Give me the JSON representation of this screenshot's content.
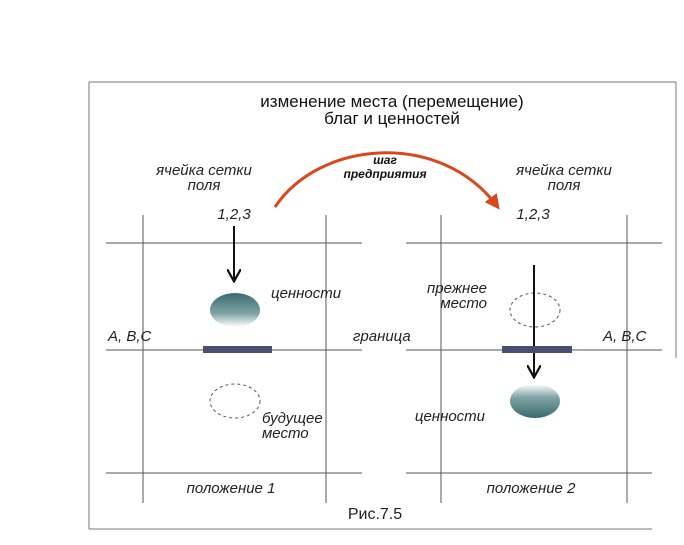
{
  "title": {
    "line1": "изменение места (перемещение)",
    "line2": "благ и ценностей"
  },
  "step": {
    "line1": "шаг",
    "line2": "предприятия"
  },
  "left_panel": {
    "cell_label_line1": "ячейка сетки",
    "cell_label_line2": "поля",
    "index": "1,2,3",
    "values_label": "ценности",
    "row_label": "A, B,C",
    "future_place_line1": "будущее",
    "future_place_line2": "место",
    "position_label": "положение 1"
  },
  "right_panel": {
    "cell_label_line1": "ячейка сетки",
    "cell_label_line2": "поля",
    "index": "1,2,3",
    "former_place_line1": "прежнее",
    "former_place_line2": "место",
    "values_label": "ценности",
    "row_label": "A, B,C",
    "position_label": "положение 2"
  },
  "boundary_label": "граница",
  "figure_caption": "Рис.7.5",
  "colors": {
    "arc": "#d9481c",
    "bar": "#4a4f72",
    "ellipse_dark": "#3e6e72",
    "ellipse_light": "#ffffff"
  }
}
